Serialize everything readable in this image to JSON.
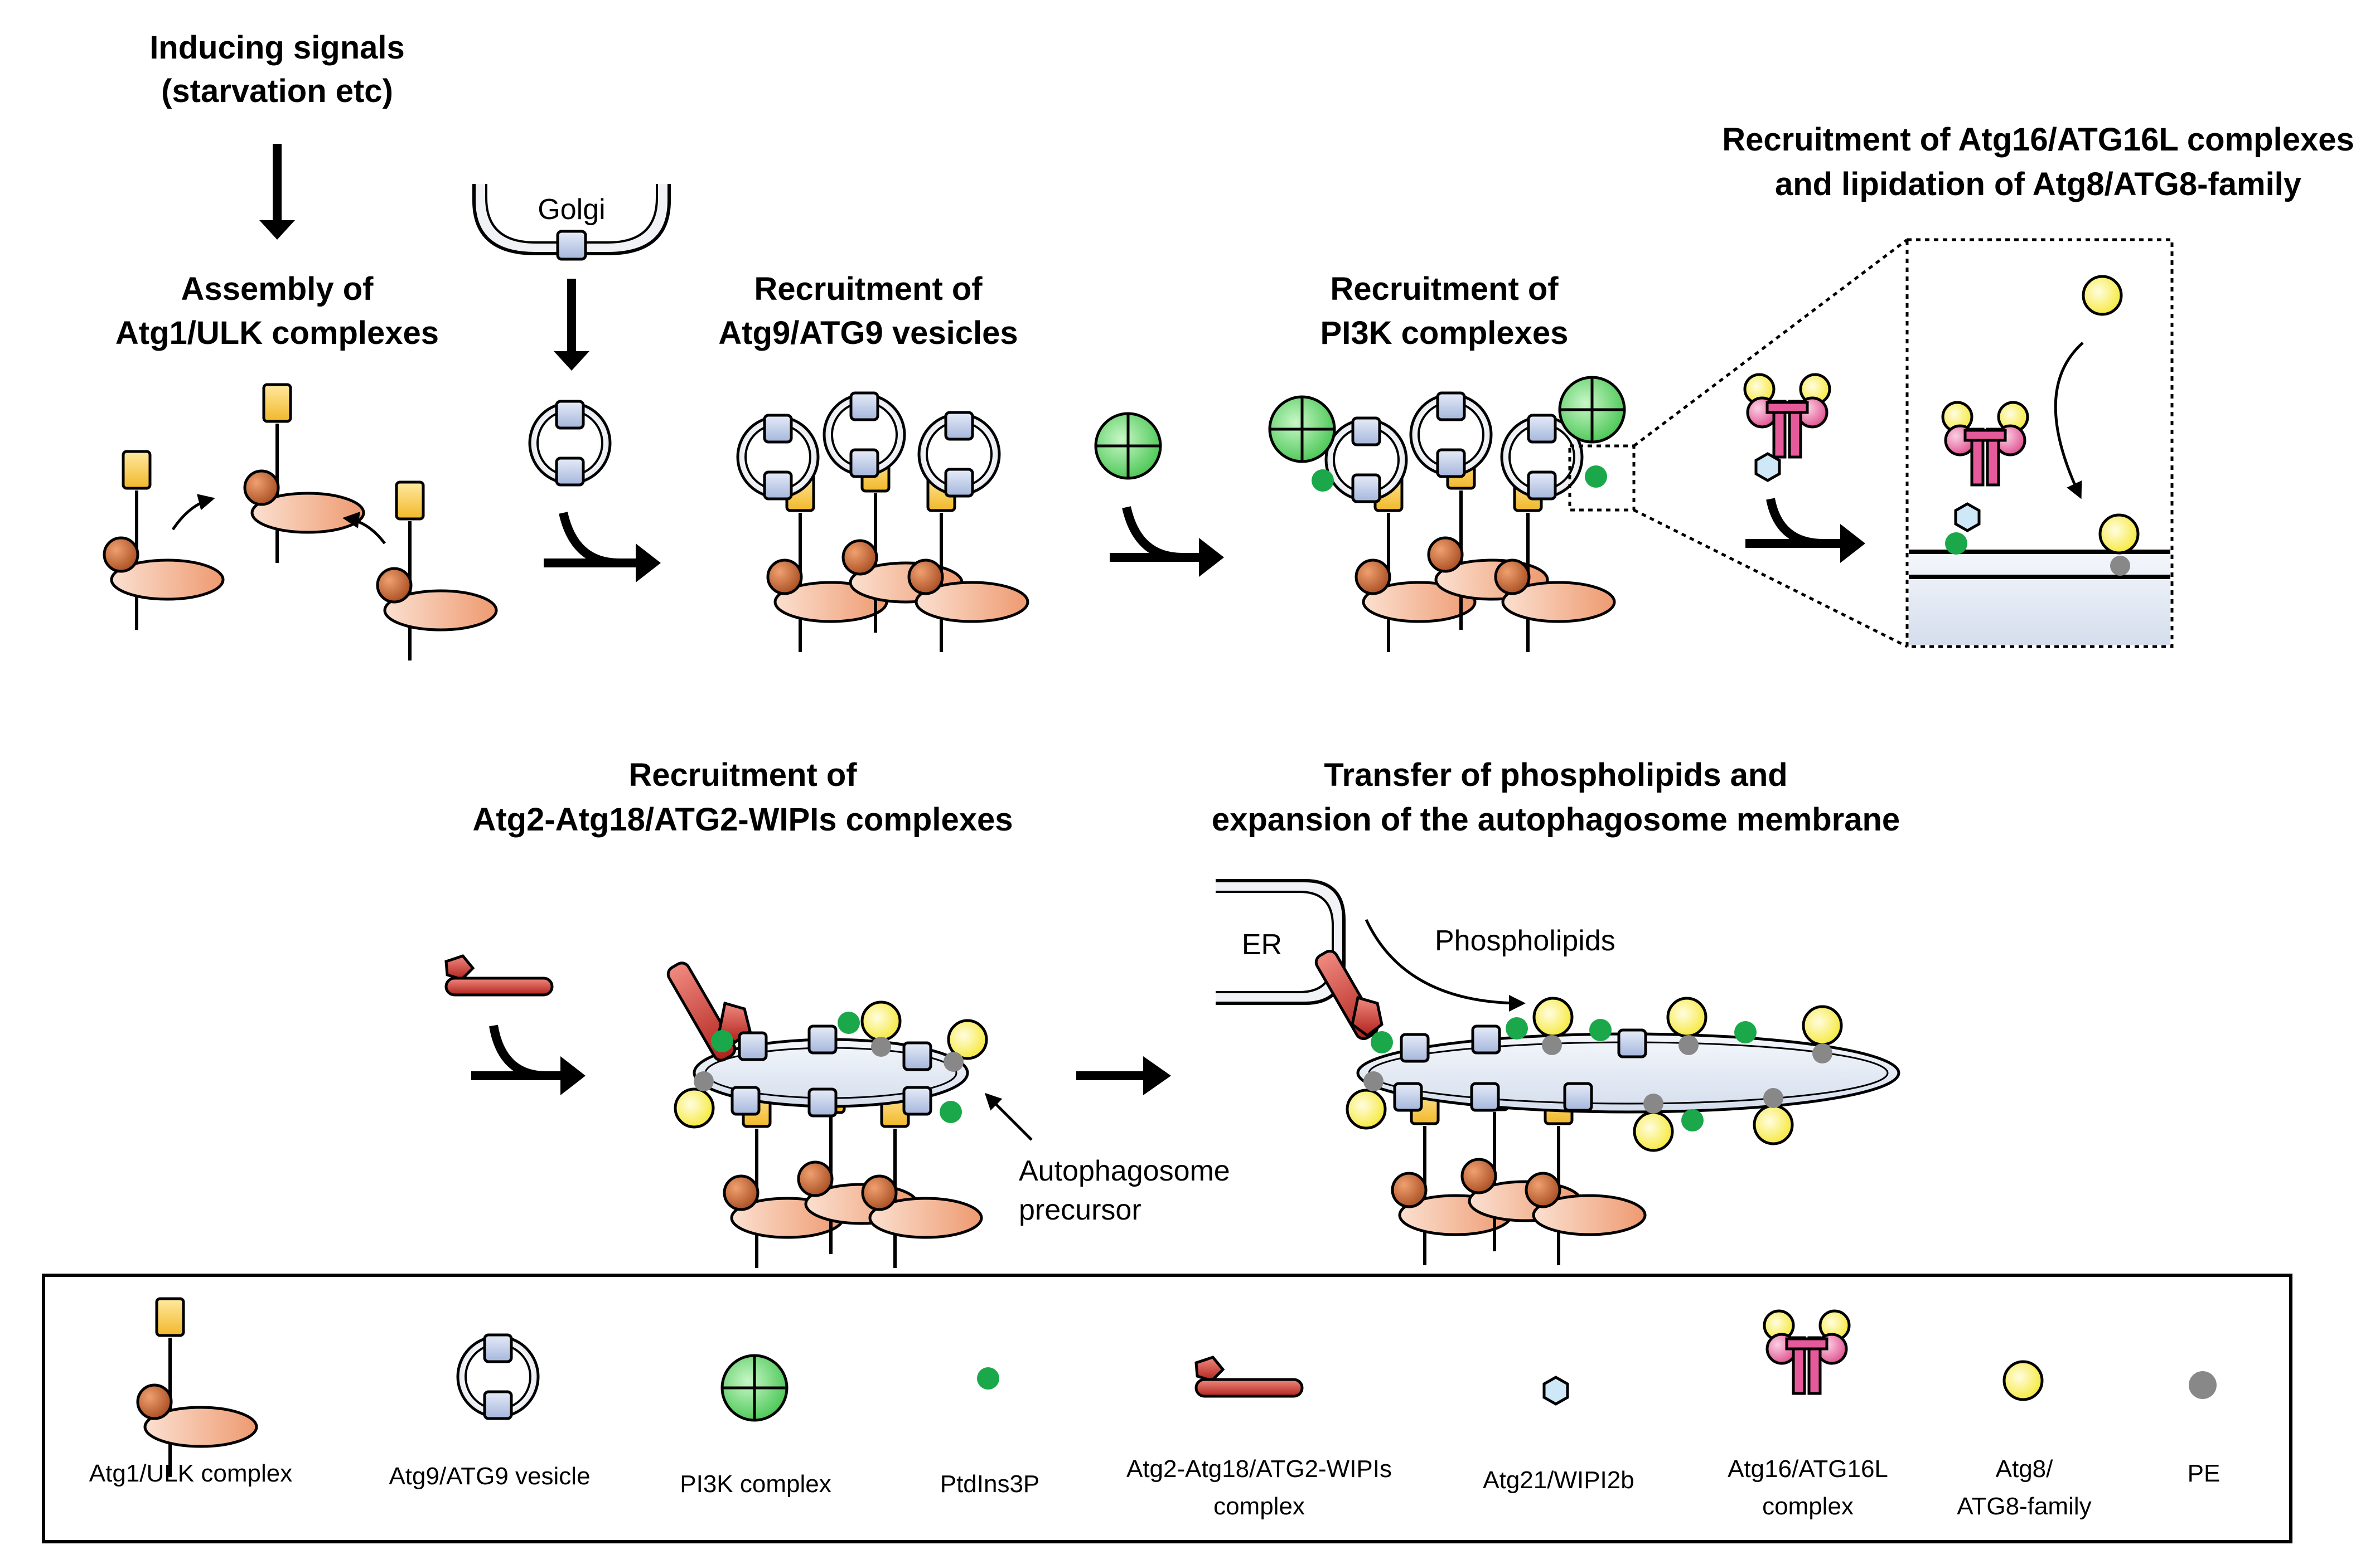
{
  "step_inducing": {
    "line1": "Inducing signals",
    "line2": "(starvation etc)"
  },
  "step_assembly": {
    "line1": "Assembly of",
    "line2": "Atg1/ULK complexes"
  },
  "golgi_label": "Golgi",
  "step_atg9": {
    "line1": "Recruitment of",
    "line2": "Atg9/ATG9 vesicles"
  },
  "step_pi3k": {
    "line1": "Recruitment of",
    "line2": "PI3K complexes"
  },
  "step_atg16": {
    "line1": "Recruitment of Atg16/ATG16L complexes",
    "line2": "and lipidation of Atg8/ATG8-family"
  },
  "step_atg2": {
    "line1": "Recruitment of",
    "line2": "Atg2-Atg18/ATG2-WIPIs complexes"
  },
  "step_transfer": {
    "line1": "Transfer of phospholipids and",
    "line2": "expansion of the autophagosome membrane"
  },
  "autophagosome_label": {
    "line1": "Autophagosome",
    "line2": "precursor"
  },
  "er_label": "ER",
  "phospholipids_label": "Phospholipids",
  "legend": {
    "atg1": "Atg1/ULK complex",
    "atg9": "Atg9/ATG9 vesicle",
    "pi3k": "PI3K complex",
    "ptdins3p": "PtdIns3P",
    "atg2": {
      "line1": "Atg2-Atg18/ATG2-WIPIs",
      "line2": "complex"
    },
    "atg21": "Atg21/WIPI2b",
    "atg16": {
      "line1": "Atg16/ATG16L",
      "line2": "complex"
    },
    "atg8": {
      "line1": "Atg8/",
      "line2": "ATG8-family"
    },
    "pe": "PE"
  },
  "colors": {
    "atg1_yellow": "#f5c542",
    "atg1_brown": "#c8683a",
    "atg1_peach": "#f4b393",
    "atg9_blue": "#b8c6e6",
    "pi3k_green": "#5ed65e",
    "ptdins3p_green": "#1aa84a",
    "atg2_red": "#c9302c",
    "atg21_lightblue": "#cfe8f7",
    "atg16_pink": "#e55a9a",
    "atg8_yellow": "#fff25a",
    "pe_gray": "#888888",
    "membrane": "#e4ebf5"
  }
}
